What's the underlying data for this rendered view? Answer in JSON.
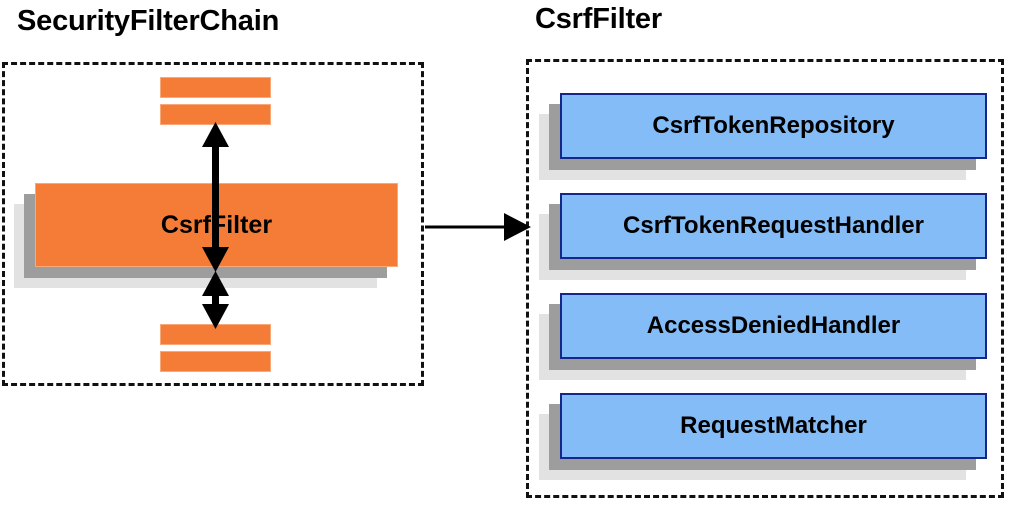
{
  "diagram": {
    "type": "architecture-diagram",
    "panels": [
      {
        "id": "security-filter-chain",
        "title": "SecurityFilterChain",
        "style": "dashed-container",
        "accent_color": "#f57c36",
        "filter_bars_above": 2,
        "filter_bars_below": 2,
        "main_box": {
          "label": "CsrfFilter",
          "fill": "#f57c36",
          "border": "#f9a877"
        },
        "connectors": [
          {
            "from": "filter-bars-above",
            "to": "csrf-filter-box",
            "kind": "double-arrow",
            "orientation": "vertical"
          },
          {
            "from": "csrf-filter-box",
            "to": "filter-bars-below",
            "kind": "double-arrow",
            "orientation": "vertical"
          }
        ]
      },
      {
        "id": "csrf-filter",
        "title": "CsrfFilter",
        "style": "dashed-container",
        "accent_color": "#83bcf7",
        "collaborators": [
          {
            "label": "CsrfTokenRepository"
          },
          {
            "label": "CsrfTokenRequestHandler"
          },
          {
            "label": "AccessDeniedHandler"
          },
          {
            "label": "RequestMatcher"
          }
        ]
      }
    ],
    "cross_panel_connector": {
      "kind": "single-arrow",
      "orientation": "horizontal",
      "from": "security-filter-chain.csrf-filter-box",
      "to": "csrf-filter-panel"
    },
    "colors": {
      "orange_fill": "#f57c36",
      "orange_border": "#f9a877",
      "blue_fill": "#83bcf7",
      "blue_border": "#15268c",
      "shadow_dark": "#9d9d9d",
      "shadow_light": "#e2e2e2",
      "outline": "#111111",
      "text": "#000000",
      "background": "#ffffff"
    }
  }
}
